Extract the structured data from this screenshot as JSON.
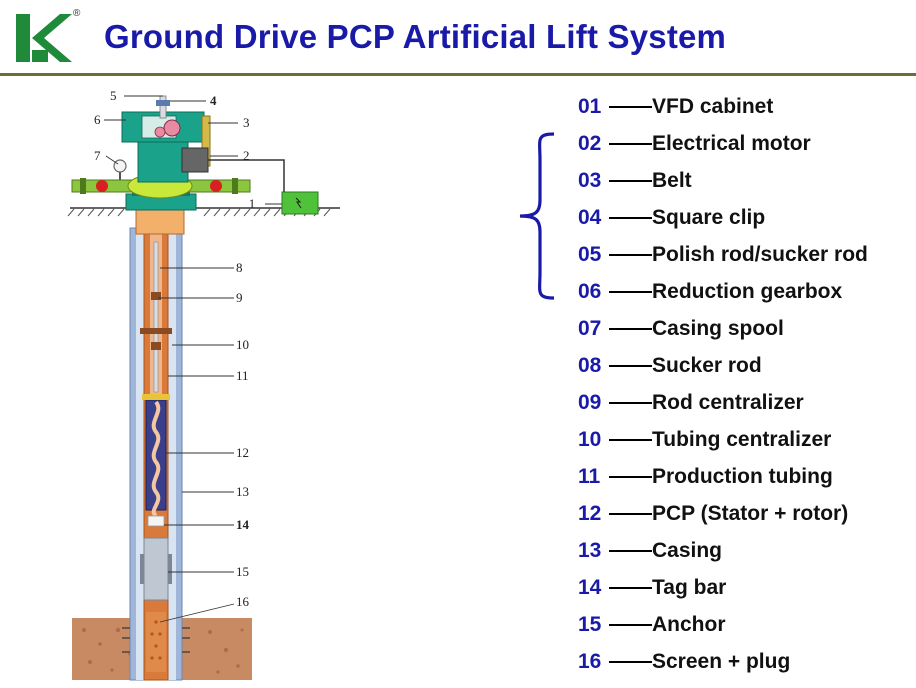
{
  "logo": {
    "registered_mark": "®"
  },
  "header": {
    "title": "Ground Drive PCP Artificial Lift System"
  },
  "legend": [
    {
      "num": "01",
      "label": "VFD cabinet"
    },
    {
      "num": "02",
      "label": "Electrical motor"
    },
    {
      "num": "03",
      "label": "Belt"
    },
    {
      "num": "04",
      "label": "Square clip"
    },
    {
      "num": "05",
      "label": "Polish rod/sucker rod"
    },
    {
      "num": "06",
      "label": "Reduction gearbox"
    },
    {
      "num": "07",
      "label": "Casing spool"
    },
    {
      "num": "08",
      "label": "Sucker rod"
    },
    {
      "num": "09",
      "label": "Rod centralizer"
    },
    {
      "num": "10",
      "label": "Tubing centralizer"
    },
    {
      "num": "11",
      "label": "Production tubing"
    },
    {
      "num": "12",
      "label": "PCP (Stator + rotor)"
    },
    {
      "num": "13",
      "label": "Casing"
    },
    {
      "num": "14",
      "label": "Tag bar"
    },
    {
      "num": "15",
      "label": "Anchor"
    },
    {
      "num": "16",
      "label": "Screen + plug"
    }
  ],
  "diagram_callouts": [
    "1",
    "2",
    "3",
    "4",
    "5",
    "6",
    "7",
    "8",
    "9",
    "10",
    "11",
    "12",
    "13",
    "14",
    "15",
    "16"
  ],
  "colors": {
    "title": "#1a1aa8",
    "legend_number": "#1a1aa8",
    "logo_green": "#1e8a3a",
    "wellhead_green": "#1aa38a",
    "tubing_orange": "#d97a3a",
    "casing_blue": "#9fb6d8",
    "soil": "#c88a62"
  }
}
